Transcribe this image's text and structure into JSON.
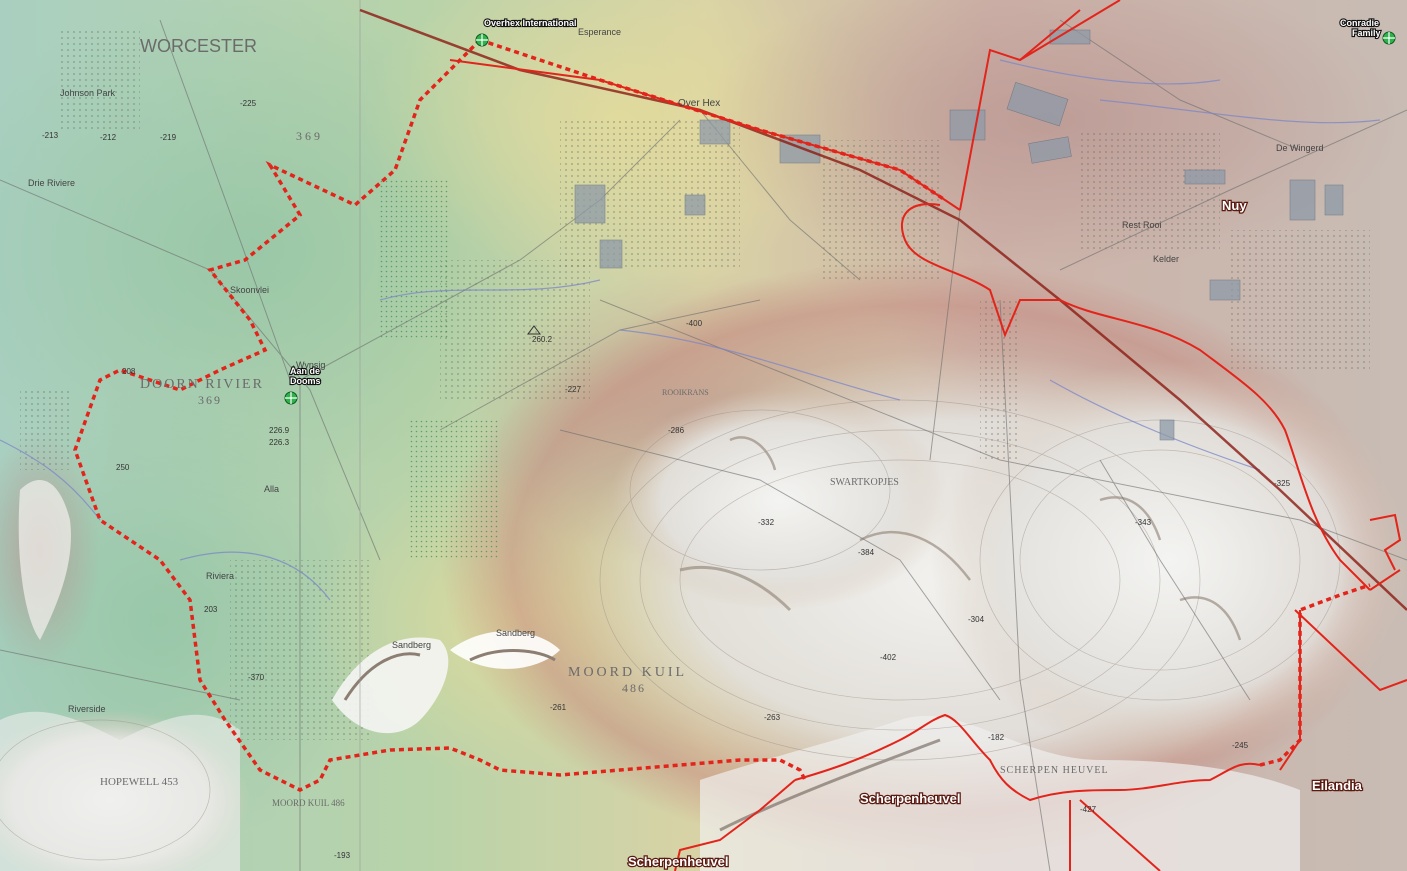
{
  "map": {
    "colors": {
      "boundary_dashed": "#e3241b",
      "boundary_solid": "#e3241b",
      "road": "#8b1a12",
      "marker_green": "#2db34a",
      "label_white": "#ffffff",
      "label_dark": "#111111",
      "region_label": "#6b6b6b"
    },
    "towns": {
      "worcester": "WORCESTER",
      "nuy": "Nuy",
      "scherpenheuvel_1": "Scherpenheuvel",
      "scherpenheuvel_2": "Scherpenheuvel",
      "eilandia": "Eilandia"
    },
    "markers": {
      "overhex": "Overhex International",
      "aan_de_dooms_1": "Aan de",
      "aan_de_dooms_2": "Dooms",
      "conradie_1": "Conradie",
      "conradie_2": "Family"
    },
    "regions": {
      "doorn_rivier": "DOORN RIVIER",
      "doorn_num": "369",
      "num_369_top": "3 6 9",
      "moord_kuil": "MOORD KUIL",
      "moord_num": "486",
      "moord_kuil_small": "MOORD KUIL 486",
      "swartkopjes": "SWARTKOPJES",
      "hopewell": "HOPEWELL 453",
      "scherpen_heuvel_region": "SCHERPEN HEUVEL",
      "rooikrans": "ROOIKRANS"
    },
    "places": {
      "over_hex": "Over Hex",
      "skoonvlei": "Skoonvlei",
      "wynsig": "Wynsig",
      "rest_rooi": "Rest Rooi",
      "de_wingerd": "De Wingerd",
      "alla": "Alla",
      "riviera": "Riviera",
      "riverside": "Riverside",
      "sandberg_1": "Sandberg",
      "sandberg_2": "Sandberg",
      "esperance": "Esperance",
      "drie_riviere": "Drie Riviere",
      "john_park": "Johnson Park",
      "kelder": "Kelder"
    },
    "spot_heights": {
      "h1": "-219",
      "h2": "-213",
      "h3": "-212",
      "h4": "-225",
      "h5": "226.9",
      "h6": "226.3",
      "h7": "208",
      "h8": "203",
      "h9": "250",
      "h10": "260.2",
      "h11": "-400",
      "h12": "-286",
      "h13": "-227",
      "h14": "-332",
      "h15": "-384",
      "h16": "-304",
      "h17": "-402",
      "h18": "-325",
      "h19": "-343",
      "h20": "-370",
      "h21": "-261",
      "h22": "-263",
      "h23": "-182",
      "h24": "-193",
      "h25": "-427",
      "h26": "-245"
    }
  }
}
